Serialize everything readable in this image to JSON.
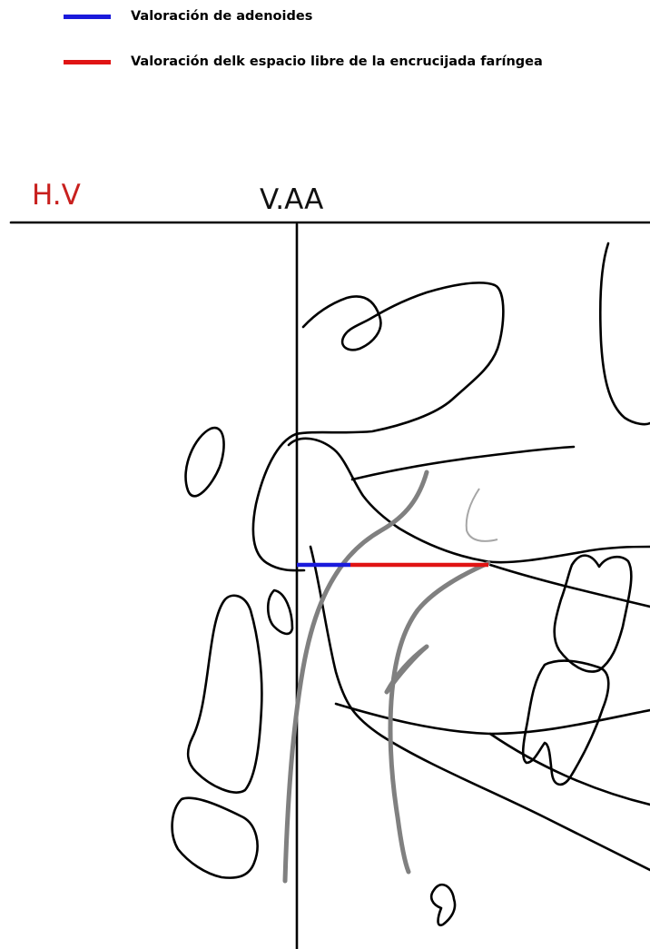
{
  "legend": [
    {
      "label": "Valoración de adenoides",
      "color": "#1a1adb"
    },
    {
      "label": "Valoración delk espacio libre de la encrucijada faríngea",
      "color": "#e01414"
    }
  ],
  "labels": {
    "horizontal_reference": "H.V",
    "vertical_reference": "V.AA"
  },
  "colors": {
    "horizontal_label": "#c8201e",
    "vertical_label": "#111111",
    "trace_line": "#000000",
    "soft_tissue_line": "#808080",
    "adenoid_measure": "#1a1adb",
    "airway_measure": "#e01414"
  }
}
